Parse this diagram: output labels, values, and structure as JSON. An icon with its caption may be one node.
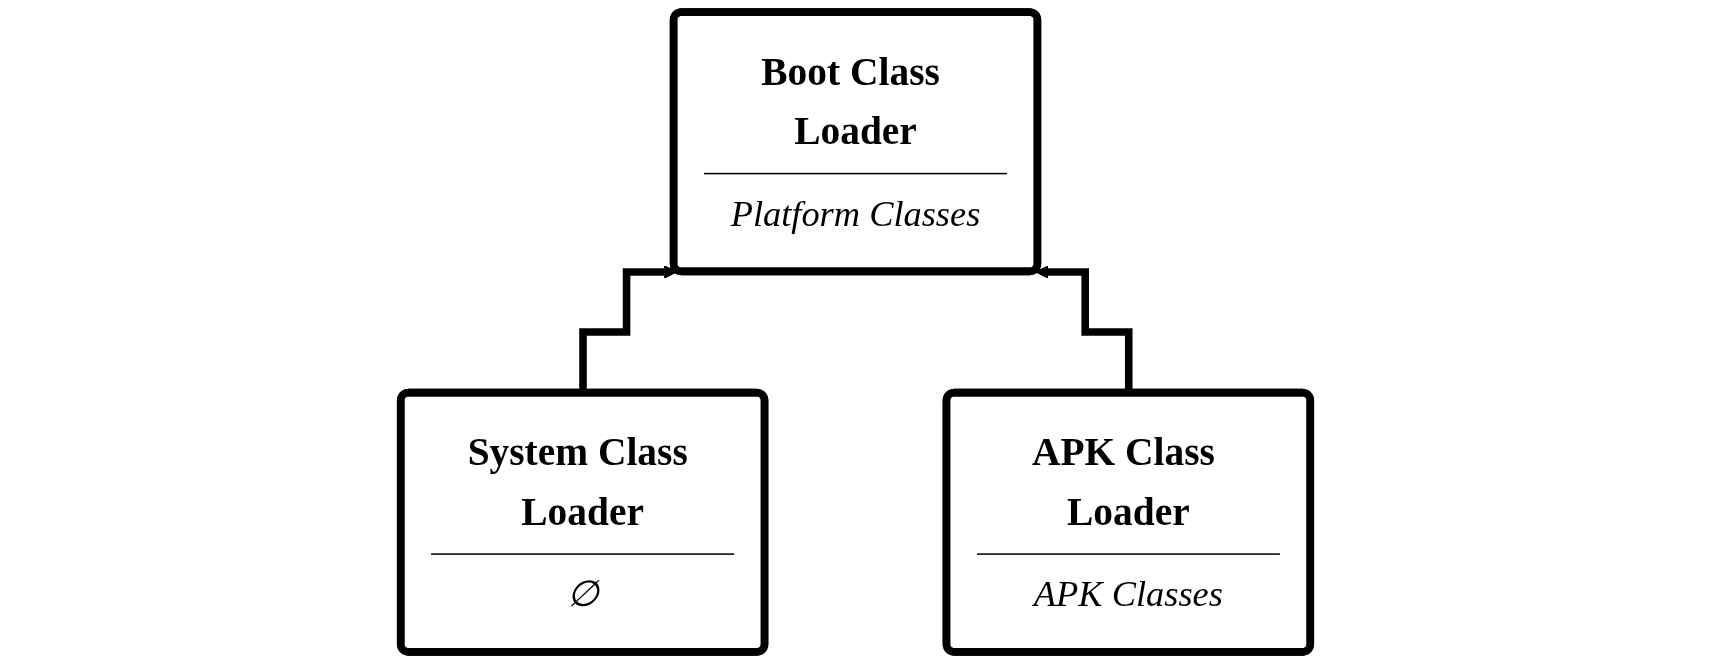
{
  "diagram": {
    "nodes": [
      {
        "text": [
          "Boot Class Loader",
          "Platform Classes"
        ]
      },
      {
        "text": [
          "System Class Loader",
          "∅"
        ]
      },
      {
        "text": [
          "APK Class Loader",
          "APK Classes"
        ]
      }
    ],
    "edges": [
      {
        "from": 1,
        "to": 0,
        "arrow": "to"
      },
      {
        "from": 2,
        "to": 0,
        "arrow": "to"
      }
    ]
  }
}
